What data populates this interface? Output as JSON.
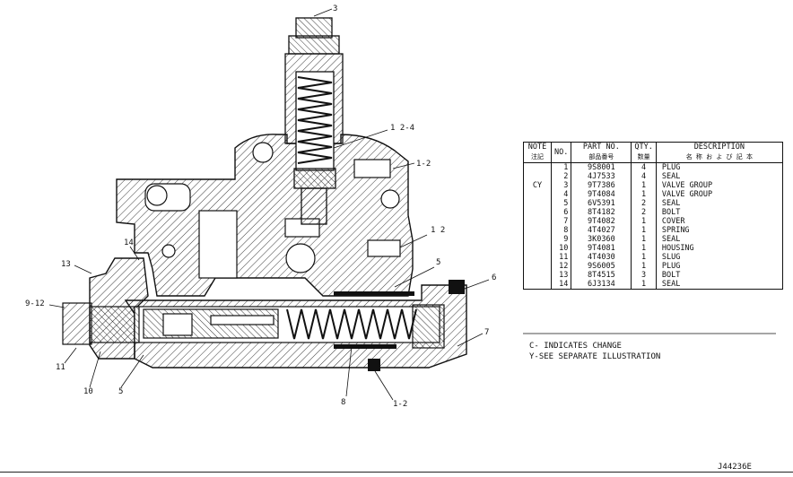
{
  "callouts": [
    {
      "label": "3"
    },
    {
      "label": "1 2-4"
    },
    {
      "label": "1-2"
    },
    {
      "label": "1 2"
    },
    {
      "label": "5"
    },
    {
      "label": "6"
    },
    {
      "label": "7"
    },
    {
      "label": "14"
    },
    {
      "label": "13"
    },
    {
      "label": "9-12"
    },
    {
      "label": "11"
    },
    {
      "label": "10"
    },
    {
      "label": "5"
    },
    {
      "label": "8"
    },
    {
      "label": "1-2"
    }
  ],
  "parts_table": {
    "headers": {
      "note": "NOTE",
      "note_sub": "注記",
      "no": "NO.",
      "part": "PART NO.",
      "part_sub": "部品番号",
      "qty": "QTY.",
      "qty_sub": "数量",
      "desc": "DESCRIPTION",
      "desc_sub": "名 称 お よ び 記 本"
    },
    "rows": [
      {
        "note": "",
        "no": "1",
        "part": "9S8001",
        "qty": "4",
        "desc": "PLUG"
      },
      {
        "note": "",
        "no": "2",
        "part": "4J7533",
        "qty": "4",
        "desc": "SEAL"
      },
      {
        "note": "CY",
        "no": "3",
        "part": "9T7386",
        "qty": "1",
        "desc": "VALVE  GROUP"
      },
      {
        "note": "",
        "no": "4",
        "part": "9T4084",
        "qty": "1",
        "desc": "VALVE  GROUP"
      },
      {
        "note": "",
        "no": "5",
        "part": "6V5391",
        "qty": "2",
        "desc": "SEAL"
      },
      {
        "note": "",
        "no": "6",
        "part": "8T4182",
        "qty": "2",
        "desc": "BOLT"
      },
      {
        "note": "",
        "no": "7",
        "part": "9T4082",
        "qty": "1",
        "desc": "COVER"
      },
      {
        "note": "",
        "no": "8",
        "part": "4T4027",
        "qty": "1",
        "desc": "SPRING"
      },
      {
        "note": "",
        "no": "9",
        "part": "3K0360",
        "qty": "1",
        "desc": "SEAL"
      },
      {
        "note": "",
        "no": "10",
        "part": "9T4081",
        "qty": "1",
        "desc": "HOUSING"
      },
      {
        "note": "",
        "no": "11",
        "part": "4T4030",
        "qty": "1",
        "desc": "SLUG"
      },
      {
        "note": "",
        "no": "12",
        "part": "9S6005",
        "qty": "1",
        "desc": "PLUG"
      },
      {
        "note": "",
        "no": "13",
        "part": "8T4515",
        "qty": "3",
        "desc": "BOLT"
      },
      {
        "note": "",
        "no": "14",
        "part": "6J3134",
        "qty": "1",
        "desc": "SEAL"
      }
    ]
  },
  "notes": [
    {
      "text": "C- INDICATES CHANGE"
    },
    {
      "text": "Y-SEE SEPARATE ILLUSTRATION"
    }
  ],
  "drawing_number": "J44236E"
}
